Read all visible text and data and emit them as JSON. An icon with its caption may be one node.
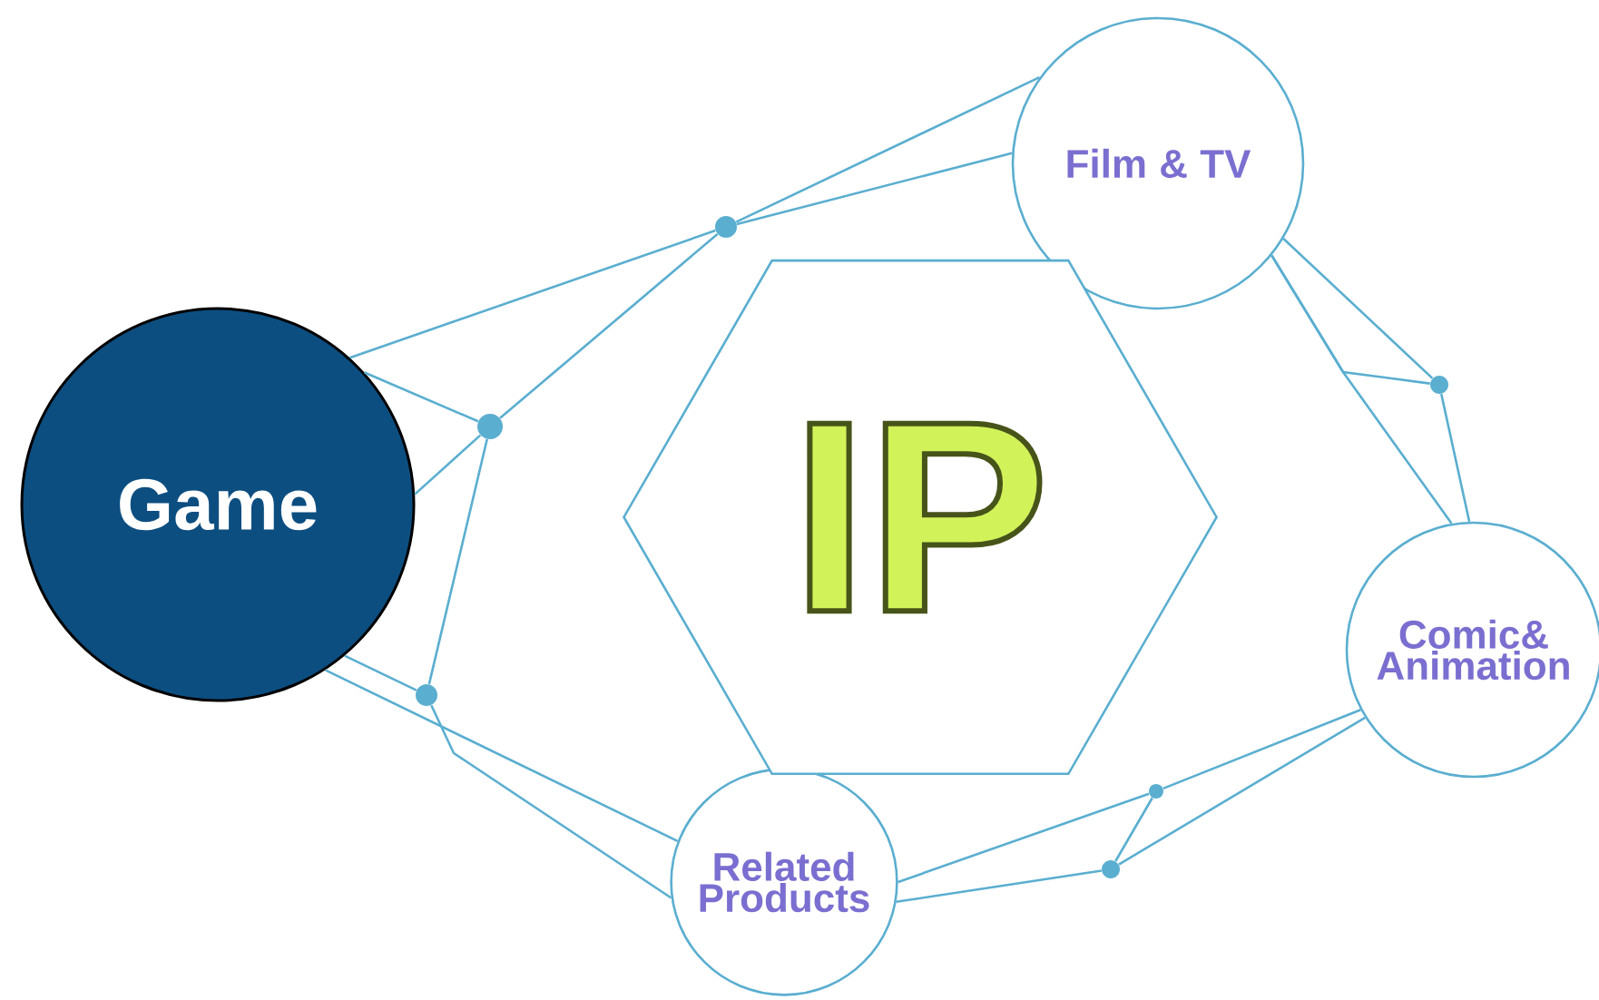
{
  "diagram": {
    "nodes": [
      {
        "text": [
          "Game"
        ]
      },
      {
        "text": [
          "Film & TV"
        ]
      },
      {
        "text": [
          "Comic& Animation"
        ]
      },
      {
        "text": [
          "Related Products"
        ]
      },
      {
        "text": [
          "IP"
        ]
      },
      {
        "text": [],
        "shape": "circle"
      },
      {
        "text": [],
        "shape": "circle"
      },
      {
        "text": [],
        "shape": "circle"
      },
      {
        "text": [],
        "shape": "circle"
      },
      {
        "text": [],
        "shape": "circle"
      },
      {
        "text": [],
        "shape": "circle"
      }
    ],
    "edges": [
      {
        "from": 0,
        "to": 5,
        "arrow": "none"
      },
      {
        "from": 5,
        "to": 1,
        "arrow": "none"
      },
      {
        "from": 5,
        "to": 1,
        "arrow": "none"
      },
      {
        "from": 0,
        "to": 6,
        "arrow": "none"
      },
      {
        "from": 0,
        "to": 6,
        "arrow": "none"
      },
      {
        "from": 6,
        "to": 5,
        "arrow": "none"
      },
      {
        "from": 6,
        "to": 7,
        "arrow": "none"
      },
      {
        "from": 0,
        "to": 7,
        "arrow": "none"
      },
      {
        "from": 7,
        "to": 3,
        "arrow": "none"
      },
      {
        "from": 0,
        "to": 3,
        "arrow": "none"
      },
      {
        "from": 1,
        "to": 2,
        "arrow": "none"
      },
      {
        "from": 1,
        "to": 8,
        "arrow": "none"
      },
      {
        "from": 1,
        "to": 8,
        "arrow": "none"
      },
      {
        "from": 8,
        "to": 2,
        "arrow": "none"
      },
      {
        "from": 2,
        "to": 9,
        "arrow": "none"
      },
      {
        "from": 9,
        "to": 10,
        "arrow": "none"
      },
      {
        "from": 10,
        "to": 2,
        "arrow": "none"
      },
      {
        "from": 3,
        "to": 9,
        "arrow": "none"
      },
      {
        "from": 3,
        "to": 10,
        "arrow": "none"
      }
    ]
  }
}
